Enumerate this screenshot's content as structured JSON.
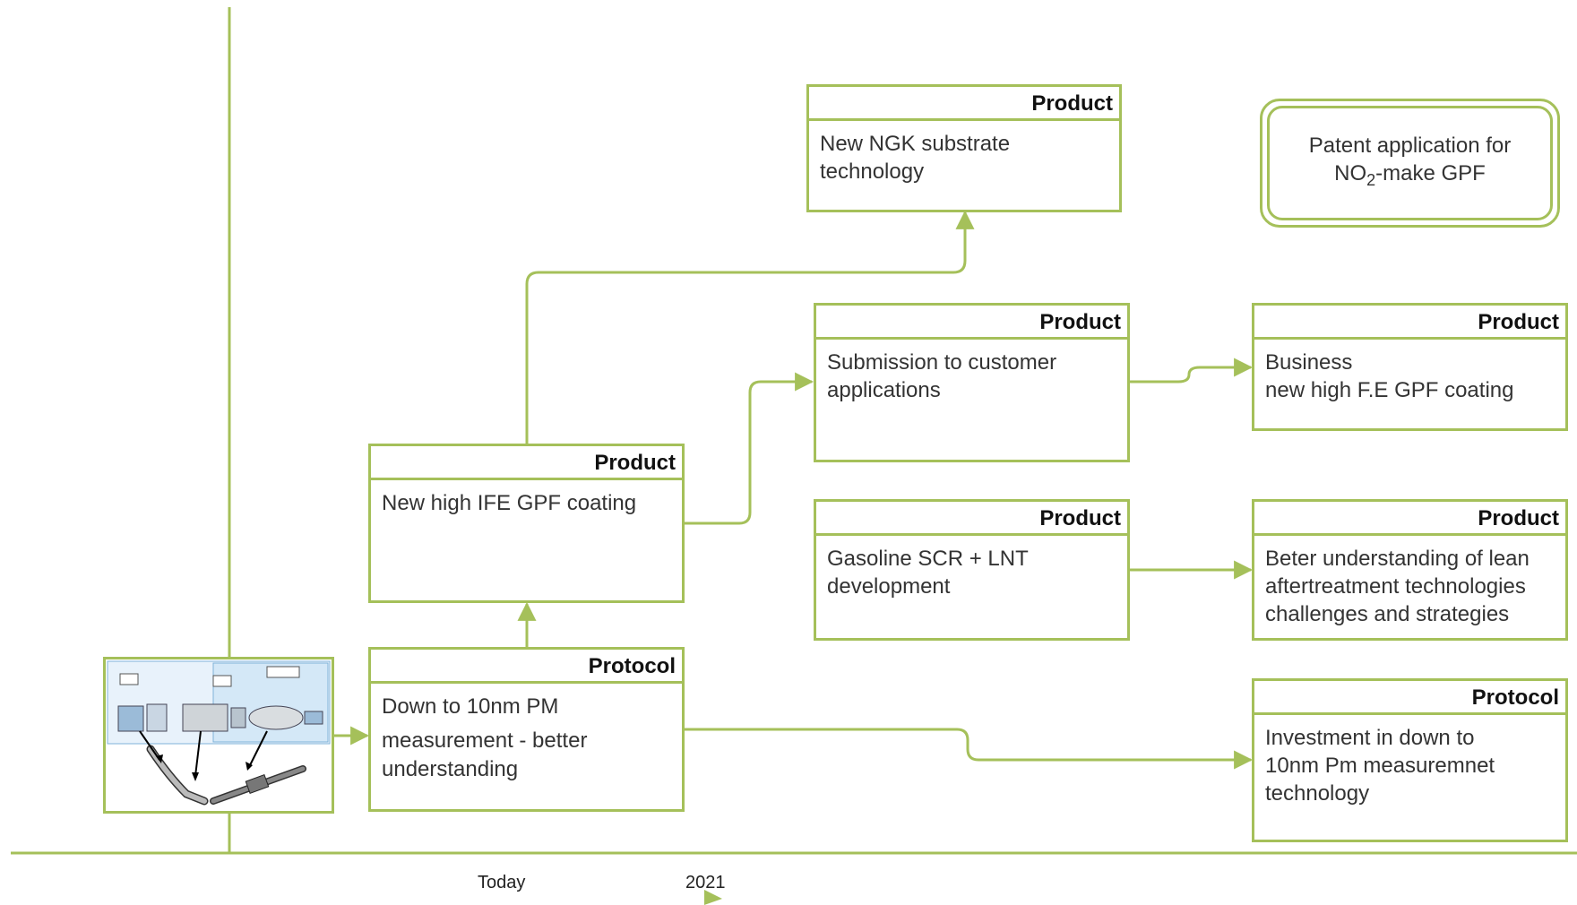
{
  "colors": {
    "line": "#a5c05a",
    "text": "#333333"
  },
  "cards": {
    "ngk": {
      "head": "Product",
      "lines": [
        "New NGK substrate",
        "technology"
      ]
    },
    "ife": {
      "head": "Product",
      "lines": [
        "New high IFE GPF coating"
      ]
    },
    "submission": {
      "head": "Product",
      "lines": [
        "Submission to customer",
        "applications"
      ]
    },
    "business": {
      "head": "Product",
      "lines": [
        "Business",
        "new high F.E GPF coating"
      ]
    },
    "scr": {
      "head": "Product",
      "lines": [
        "Gasoline SCR + LNT",
        "development"
      ]
    },
    "lean": {
      "head": "Product",
      "lines": [
        "Beter understanding of lean",
        "aftertreatment technologies",
        "challenges and strategies"
      ]
    },
    "pm10": {
      "head": "Protocol",
      "lines": [
        "Down to 10nm PM",
        "measurement - better",
        "understanding"
      ]
    },
    "investment": {
      "head": "Protocol",
      "lines": [
        "Investment in down to",
        "10nm Pm measuremnet",
        "technology"
      ]
    }
  },
  "patent": {
    "prefix": "Patent application for",
    "no": "NO",
    "sub": "2",
    "suffix": "-make GPF"
  },
  "timeline": {
    "today": "Today",
    "year": "2021"
  },
  "image": {
    "icon": "exhaust-system-diagram"
  }
}
